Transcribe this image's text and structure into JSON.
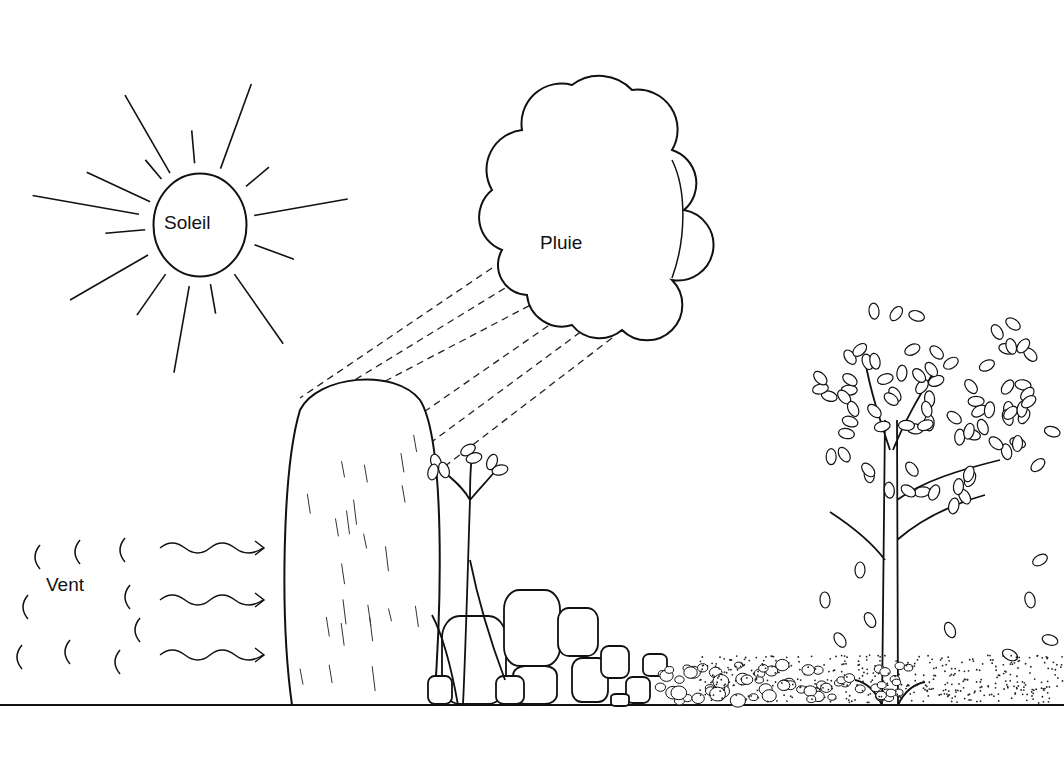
{
  "diagram": {
    "nodes": [
      {
        "text": [
          "Soleil"
        ]
      },
      {
        "text": [
          "Pluie"
        ]
      }
    ],
    "labels": [
      "Vent"
    ]
  }
}
